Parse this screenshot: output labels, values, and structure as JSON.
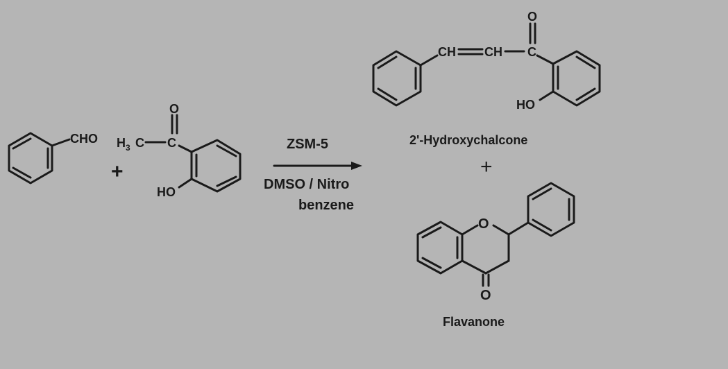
{
  "reactants": {
    "benzaldehyde_group": "CHO",
    "plus": "+",
    "acetophenone_methyl": "H",
    "acetophenone_methyl_sub": "3",
    "acetophenone_c": "C",
    "acetophenone_carbonyl_o": "O",
    "acetophenone_hydroxyl": "HO"
  },
  "conditions": {
    "catalyst": "ZSM-5",
    "solvent_line1": "DMSO / Nitro",
    "solvent_line2": "benzene"
  },
  "products": {
    "chalcone_vinyl": "CH",
    "chalcone_vinyl2": "CH",
    "chalcone_c": "C",
    "chalcone_o": "O",
    "chalcone_hydroxyl": "HO",
    "chalcone_name": "2'-Hydroxychalcone",
    "plus": "+",
    "flavanone_ring_o": "O",
    "flavanone_keto_o": "O",
    "flavanone_name": "Flavanone"
  }
}
